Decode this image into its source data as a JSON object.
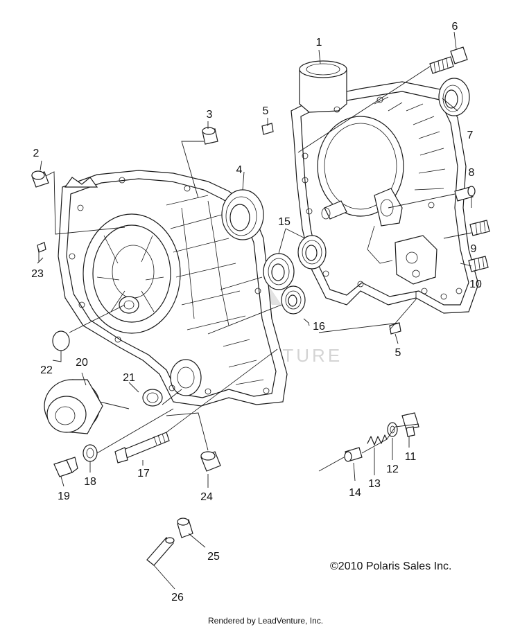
{
  "callouts": [
    "1",
    "2",
    "3",
    "4",
    "5",
    "5",
    "6",
    "7",
    "8",
    "9",
    "10",
    "11",
    "12",
    "13",
    "14",
    "15",
    "16",
    "17",
    "18",
    "19",
    "20",
    "21",
    "22",
    "23",
    "24",
    "25",
    "26"
  ],
  "copyright": "©2010  Polaris Sales Inc.",
  "watermark": "LEADVENTURE",
  "footer": "Rendered by LeadVenture, Inc."
}
